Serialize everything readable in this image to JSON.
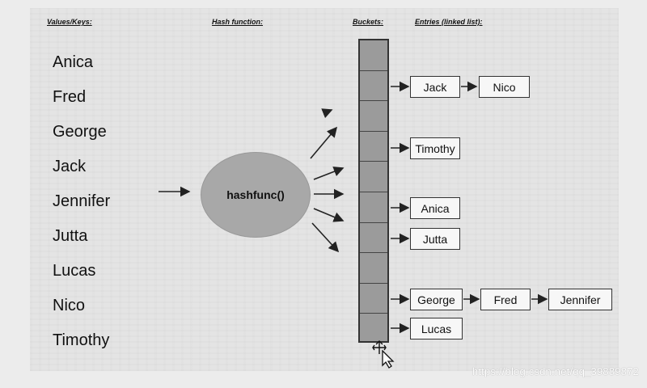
{
  "headers": {
    "keys": "Values/Keys:",
    "hash": "Hash function:",
    "buckets": "Buckets:",
    "entries": "Entries (linked list):"
  },
  "keys": [
    "Anica",
    "Fred",
    "George",
    "Jack",
    "Jennifer",
    "Jutta",
    "Lucas",
    "Nico",
    "Timothy"
  ],
  "hash_label": "hashfunc()",
  "bucket_count": 10,
  "entries": {
    "row1": [
      "Jack",
      "Nico"
    ],
    "row2": [
      "Timothy"
    ],
    "row3": [
      "Anica"
    ],
    "row4": [
      "Jutta"
    ],
    "row5": [
      "George",
      "Fred",
      "Jennifer"
    ],
    "row6": [
      "Lucas"
    ]
  },
  "watermark": "https://blog.csdn.net/qq_39889872"
}
